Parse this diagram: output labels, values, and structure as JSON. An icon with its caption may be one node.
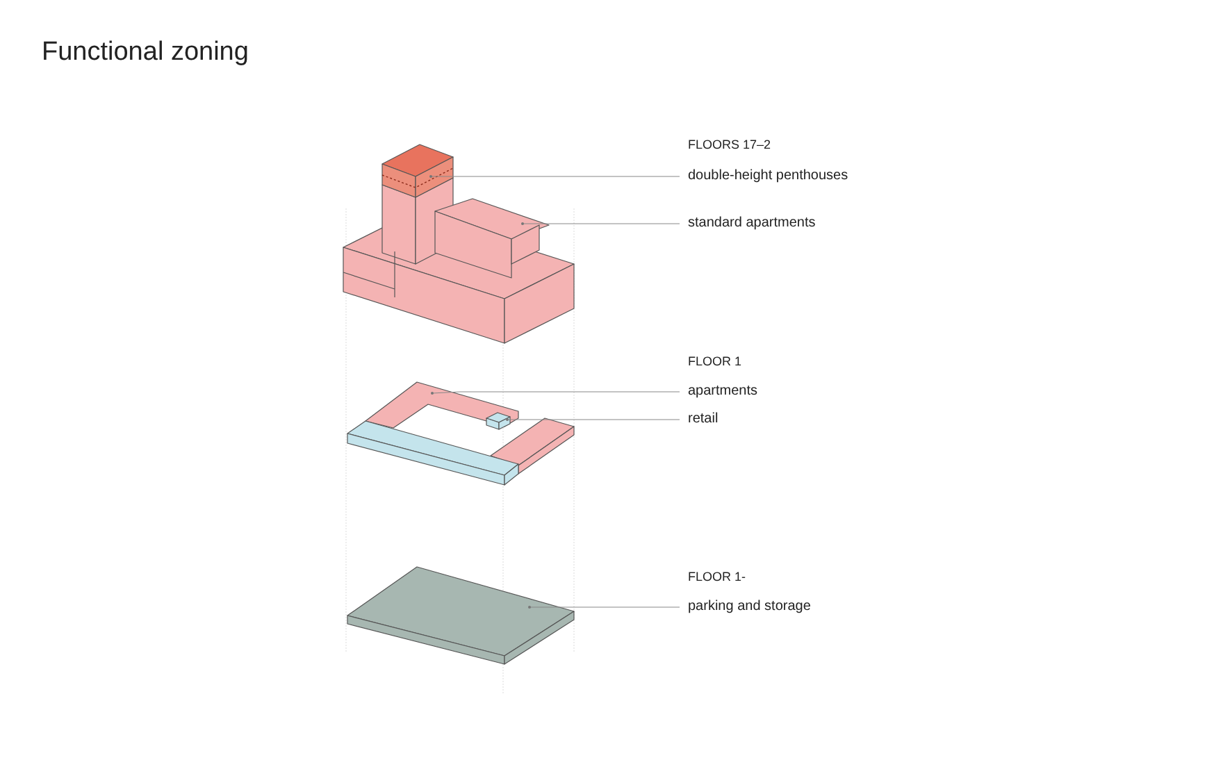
{
  "diagram": {
    "title": "Functional zoning",
    "nodes": [
      {
        "text": [
          "double-height penthouses"
        ]
      },
      {
        "text": [],
        "shape": "box"
      },
      {
        "text": [
          "standard apartments"
        ]
      },
      {
        "text": [],
        "shape": "box"
      },
      {
        "text": [
          "apartments"
        ]
      },
      {
        "text": [],
        "shape": "box"
      },
      {
        "text": [
          "retail"
        ]
      },
      {
        "text": [],
        "shape": "box"
      },
      {
        "text": [
          "parking and storage"
        ]
      },
      {
        "text": [],
        "shape": "box"
      }
    ],
    "edges": [
      {
        "from": 0,
        "to": 1,
        "arrow": "none"
      },
      {
        "from": 2,
        "to": 3,
        "arrow": "none"
      },
      {
        "from": 4,
        "to": 5,
        "arrow": "none"
      },
      {
        "from": 6,
        "to": 7,
        "arrow": "none"
      },
      {
        "from": 8,
        "to": 9,
        "arrow": "none"
      }
    ],
    "labels": [
      "FLOORS 17–2",
      "FLOOR 1",
      "FLOOR 1-"
    ]
  }
}
